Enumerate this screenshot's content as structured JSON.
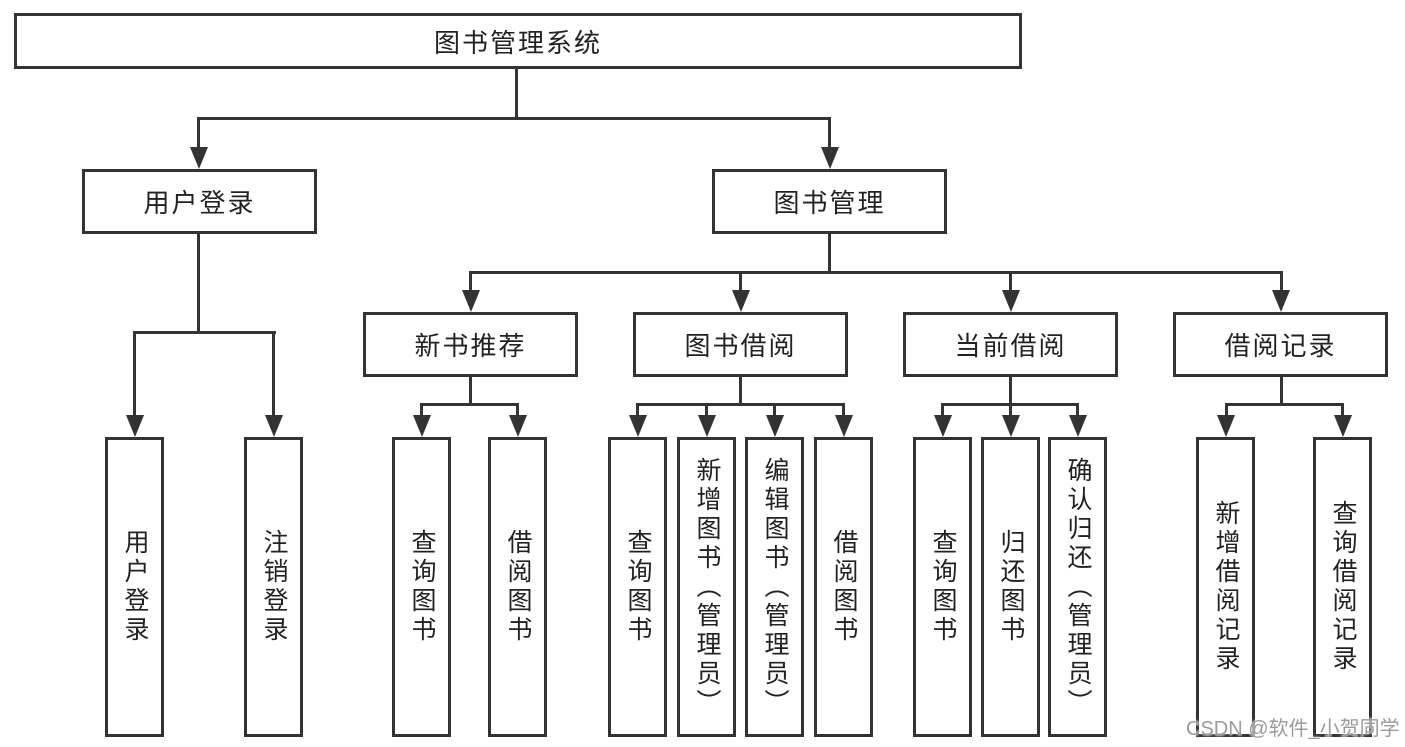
{
  "diagram": {
    "title": "图书管理系统",
    "root": {
      "label": "图书管理系统"
    },
    "level2": [
      {
        "label": "用户登录"
      },
      {
        "label": "图书管理"
      }
    ],
    "level3": [
      {
        "label": "新书推荐",
        "parent": "图书管理"
      },
      {
        "label": "图书借阅",
        "parent": "图书管理"
      },
      {
        "label": "当前借阅",
        "parent": "图书管理"
      },
      {
        "label": "借阅记录",
        "parent": "图书管理"
      }
    ],
    "leaves": [
      {
        "label": "用户登录",
        "parent": "用户登录"
      },
      {
        "label": "注销登录",
        "parent": "用户登录"
      },
      {
        "label": "查询图书",
        "parent": "新书推荐"
      },
      {
        "label": "借阅图书",
        "parent": "新书推荐"
      },
      {
        "label": "查询图书",
        "parent": "图书借阅"
      },
      {
        "label": "新增图书（管理员）",
        "parent": "图书借阅"
      },
      {
        "label": "编辑图书（管理员）",
        "parent": "图书借阅"
      },
      {
        "label": "借阅图书",
        "parent": "图书借阅"
      },
      {
        "label": "查询图书",
        "parent": "当前借阅"
      },
      {
        "label": "归还图书",
        "parent": "当前借阅"
      },
      {
        "label": "确认归还（管理员）",
        "parent": "当前借阅"
      },
      {
        "label": "新增借阅记录",
        "parent": "借阅记录"
      },
      {
        "label": "查询借阅记录",
        "parent": "借阅记录"
      }
    ],
    "colors": {
      "line": "#333333",
      "text": "#222222",
      "box_background": "#ffffff"
    }
  },
  "watermark": {
    "text": "CSDN @软件_小贺同学",
    "color": "#9b9b9b"
  }
}
